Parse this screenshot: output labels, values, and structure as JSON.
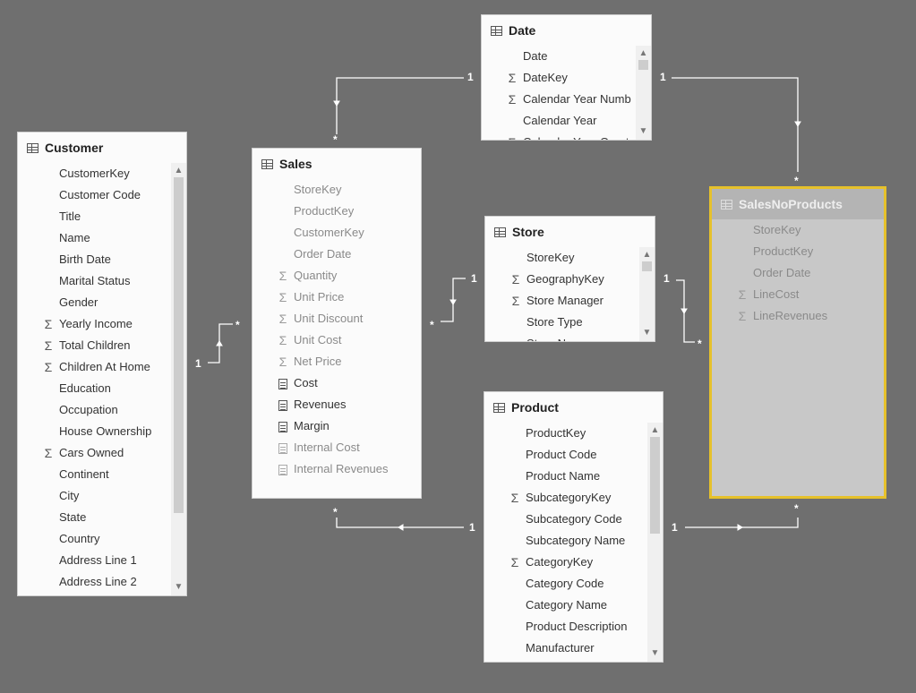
{
  "tables": {
    "date": {
      "title": "Date",
      "fields": [
        {
          "name": "Date",
          "icon": "none",
          "dim": false
        },
        {
          "name": "DateKey",
          "icon": "sigma",
          "dim": false
        },
        {
          "name": "Calendar Year Numb",
          "icon": "sigma",
          "dim": false
        },
        {
          "name": "Calendar Year",
          "icon": "none",
          "dim": false
        },
        {
          "name": "Calendar Year Quarter",
          "icon": "sigma",
          "dim": false
        }
      ]
    },
    "customer": {
      "title": "Customer",
      "fields": [
        {
          "name": "CustomerKey",
          "icon": "none",
          "dim": false
        },
        {
          "name": "Customer Code",
          "icon": "none",
          "dim": false
        },
        {
          "name": "Title",
          "icon": "none",
          "dim": false
        },
        {
          "name": "Name",
          "icon": "none",
          "dim": false
        },
        {
          "name": "Birth Date",
          "icon": "none",
          "dim": false
        },
        {
          "name": "Marital Status",
          "icon": "none",
          "dim": false
        },
        {
          "name": "Gender",
          "icon": "none",
          "dim": false
        },
        {
          "name": "Yearly Income",
          "icon": "sigma",
          "dim": false
        },
        {
          "name": "Total Children",
          "icon": "sigma",
          "dim": false
        },
        {
          "name": "Children At Home",
          "icon": "sigma",
          "dim": false
        },
        {
          "name": "Education",
          "icon": "none",
          "dim": false
        },
        {
          "name": "Occupation",
          "icon": "none",
          "dim": false
        },
        {
          "name": "House Ownership",
          "icon": "none",
          "dim": false
        },
        {
          "name": "Cars Owned",
          "icon": "sigma",
          "dim": false
        },
        {
          "name": "Continent",
          "icon": "none",
          "dim": false
        },
        {
          "name": "City",
          "icon": "none",
          "dim": false
        },
        {
          "name": "State",
          "icon": "none",
          "dim": false
        },
        {
          "name": "Country",
          "icon": "none",
          "dim": false
        },
        {
          "name": "Address Line 1",
          "icon": "none",
          "dim": false
        },
        {
          "name": "Address Line 2",
          "icon": "none",
          "dim": false
        }
      ]
    },
    "sales": {
      "title": "Sales",
      "fields": [
        {
          "name": "StoreKey",
          "icon": "none",
          "dim": true
        },
        {
          "name": "ProductKey",
          "icon": "none",
          "dim": true
        },
        {
          "name": "CustomerKey",
          "icon": "none",
          "dim": true
        },
        {
          "name": "Order Date",
          "icon": "none",
          "dim": true
        },
        {
          "name": "Quantity",
          "icon": "sigma",
          "dim": true
        },
        {
          "name": "Unit Price",
          "icon": "sigma",
          "dim": true
        },
        {
          "name": "Unit Discount",
          "icon": "sigma",
          "dim": true
        },
        {
          "name": "Unit Cost",
          "icon": "sigma",
          "dim": true
        },
        {
          "name": "Net Price",
          "icon": "sigma",
          "dim": true
        },
        {
          "name": "Cost",
          "icon": "calc",
          "dim": false
        },
        {
          "name": "Revenues",
          "icon": "calc",
          "dim": false
        },
        {
          "name": "Margin",
          "icon": "calc",
          "dim": false
        },
        {
          "name": "Internal Cost",
          "icon": "calc",
          "dim": true
        },
        {
          "name": "Internal Revenues",
          "icon": "calc",
          "dim": true
        }
      ]
    },
    "store": {
      "title": "Store",
      "fields": [
        {
          "name": "StoreKey",
          "icon": "none",
          "dim": false
        },
        {
          "name": "GeographyKey",
          "icon": "sigma",
          "dim": false
        },
        {
          "name": "Store Manager",
          "icon": "sigma",
          "dim": false
        },
        {
          "name": "Store Type",
          "icon": "none",
          "dim": false
        },
        {
          "name": "Store Name",
          "icon": "none",
          "dim": false
        }
      ]
    },
    "product": {
      "title": "Product",
      "fields": [
        {
          "name": "ProductKey",
          "icon": "none",
          "dim": false
        },
        {
          "name": "Product Code",
          "icon": "none",
          "dim": false
        },
        {
          "name": "Product Name",
          "icon": "none",
          "dim": false
        },
        {
          "name": "SubcategoryKey",
          "icon": "sigma",
          "dim": false
        },
        {
          "name": "Subcategory Code",
          "icon": "none",
          "dim": false
        },
        {
          "name": "Subcategory Name",
          "icon": "none",
          "dim": false
        },
        {
          "name": "CategoryKey",
          "icon": "sigma",
          "dim": false
        },
        {
          "name": "Category Code",
          "icon": "none",
          "dim": false
        },
        {
          "name": "Category Name",
          "icon": "none",
          "dim": false
        },
        {
          "name": "Product Description",
          "icon": "none",
          "dim": false
        },
        {
          "name": "Manufacturer",
          "icon": "none",
          "dim": false
        }
      ]
    },
    "salesnoproducts": {
      "title": "SalesNoProducts",
      "fields": [
        {
          "name": "StoreKey",
          "icon": "none",
          "dim": true
        },
        {
          "name": "ProductKey",
          "icon": "none",
          "dim": true
        },
        {
          "name": "Order Date",
          "icon": "none",
          "dim": true
        },
        {
          "name": "LineCost",
          "icon": "sigma",
          "dim": true
        },
        {
          "name": "LineRevenues",
          "icon": "sigma",
          "dim": true
        }
      ]
    }
  },
  "relationships": {
    "date_sales": {
      "one": "1",
      "many": "*"
    },
    "date_salesnoproducts": {
      "one": "1",
      "many": "*"
    },
    "customer_sales": {
      "one": "1",
      "many": "*"
    },
    "store_sales": {
      "one": "1",
      "many": "*"
    },
    "store_salesnoproducts": {
      "one": "1",
      "many": "*"
    },
    "product_sales": {
      "one": "1",
      "many": "*"
    },
    "product_salesnoproducts": {
      "one": "1",
      "many": "*"
    }
  },
  "icons": {
    "sigma": "Σ"
  },
  "colors": {
    "canvas": "#6f6f6f",
    "selection": "#e6c12b",
    "line": "#ffffff"
  }
}
